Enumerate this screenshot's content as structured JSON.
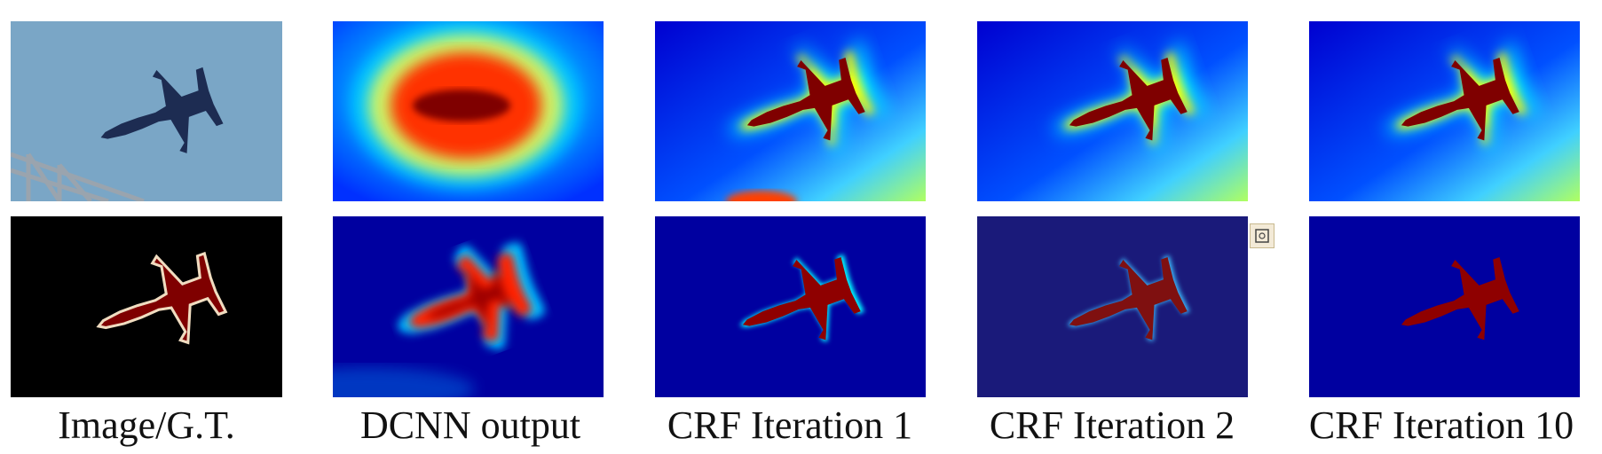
{
  "figure": {
    "columns": [
      {
        "caption": "Image/G.T."
      },
      {
        "caption": "DCNN output"
      },
      {
        "caption": "CRF Iteration 1"
      },
      {
        "caption": "CRF Iteration 2"
      },
      {
        "caption": "CRF Iteration 10"
      }
    ],
    "colors": {
      "sky": "#7aa6c6",
      "background_black": "#000000",
      "jet_dark_blue": "#00007f",
      "jet_blue": "#0000ff",
      "jet_cyan": "#00ffff",
      "jet_yellow": "#ffff00",
      "jet_red": "#ff0000",
      "jet_dark_red": "#7f0000",
      "gt_outline": "#f0dcc0",
      "plane_body": "#1d2c52"
    }
  }
}
